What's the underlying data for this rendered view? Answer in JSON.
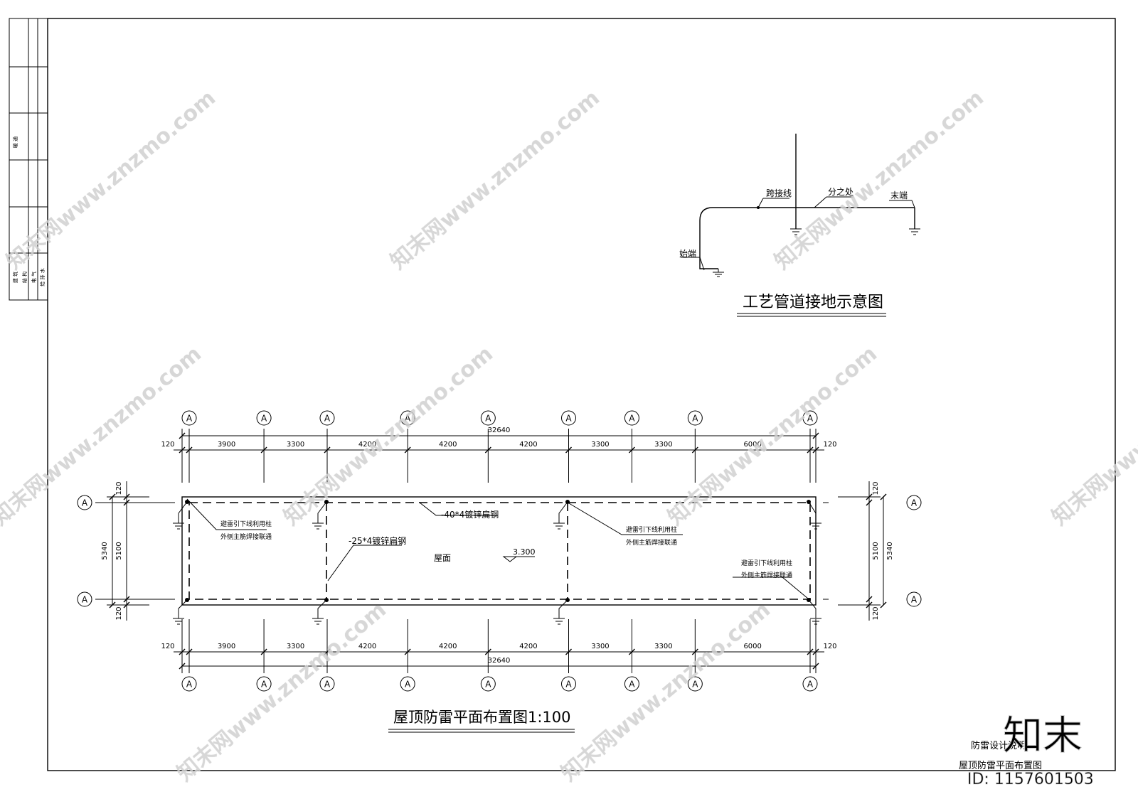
{
  "title_block": {
    "column_labels": [
      "建 筑",
      "结 构",
      "电 气",
      "给 排 水"
    ],
    "upper_label": "暖 通"
  },
  "pipe_diagram": {
    "title": "工艺管道接地示意图",
    "labels": {
      "start": "始端",
      "jumper": "跨接线",
      "branch": "分之处",
      "end": "末端"
    }
  },
  "roof_plan": {
    "title": "屋顶防雷平面布置图1:100",
    "axis_label": "A",
    "total_dim": "32640",
    "end_dim": "120",
    "spans": [
      "3900",
      "3300",
      "4200",
      "4200",
      "4200",
      "3300",
      "3300",
      "6000"
    ],
    "height_outer": "5340",
    "height_inner": "5100",
    "annotations": {
      "flat_steel_40": "-40*4镀锌扁钢",
      "flat_steel_25": "-25*4镀锌扁钢",
      "roof": "屋面",
      "elevation": "3.300",
      "downlead_line1": "避雷引下线利用柱",
      "downlead_line2": "外侧主筋焊接联通"
    }
  },
  "sheet_title": {
    "line1": "防雷设计说明",
    "line2": "屋顶防雷平面布置图"
  },
  "watermark": {
    "site": "知末网www.znzmo.com",
    "brand": "知末",
    "id": "ID: 1157601503"
  }
}
